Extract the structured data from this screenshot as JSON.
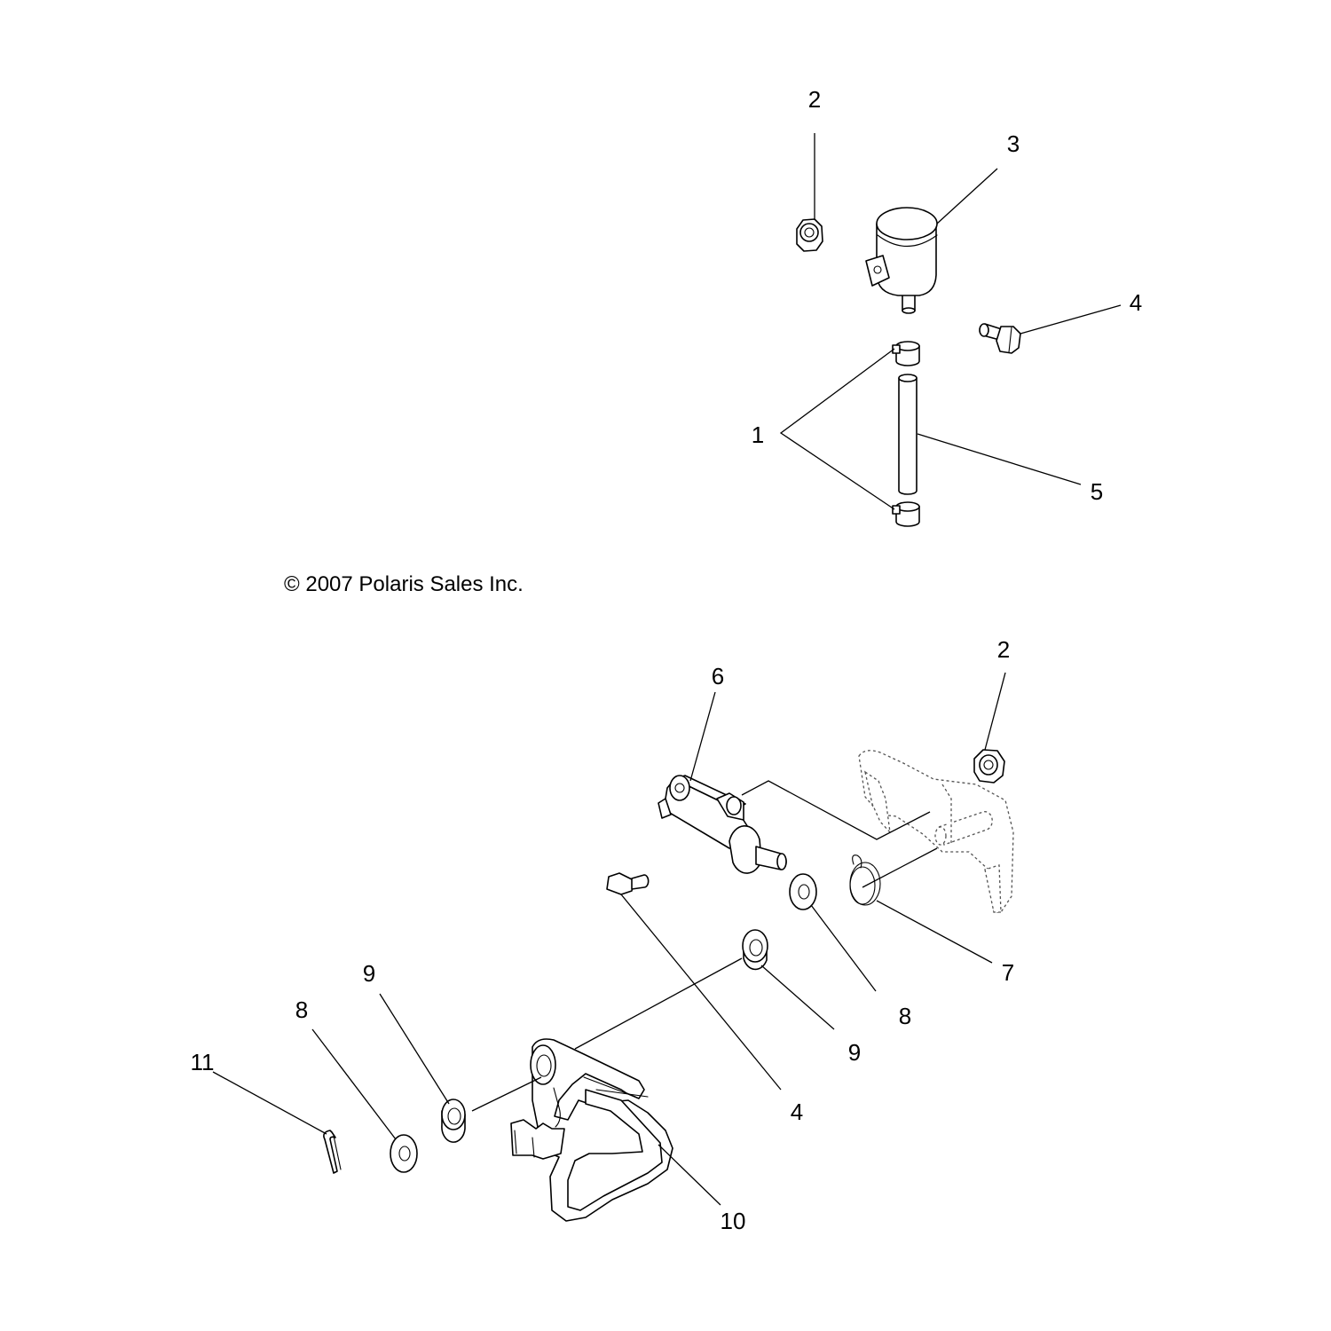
{
  "copyright": "© 2007 Polaris Sales Inc.",
  "callouts": {
    "top": {
      "c2": "2",
      "c3": "3",
      "c4": "4",
      "c1": "1",
      "c5": "5"
    },
    "bottom": {
      "c2": "2",
      "c6": "6",
      "c7": "7",
      "c8a": "8",
      "c9a": "9",
      "c4": "4",
      "c9b": "9",
      "c8b": "8",
      "c11": "11",
      "c10": "10"
    }
  }
}
